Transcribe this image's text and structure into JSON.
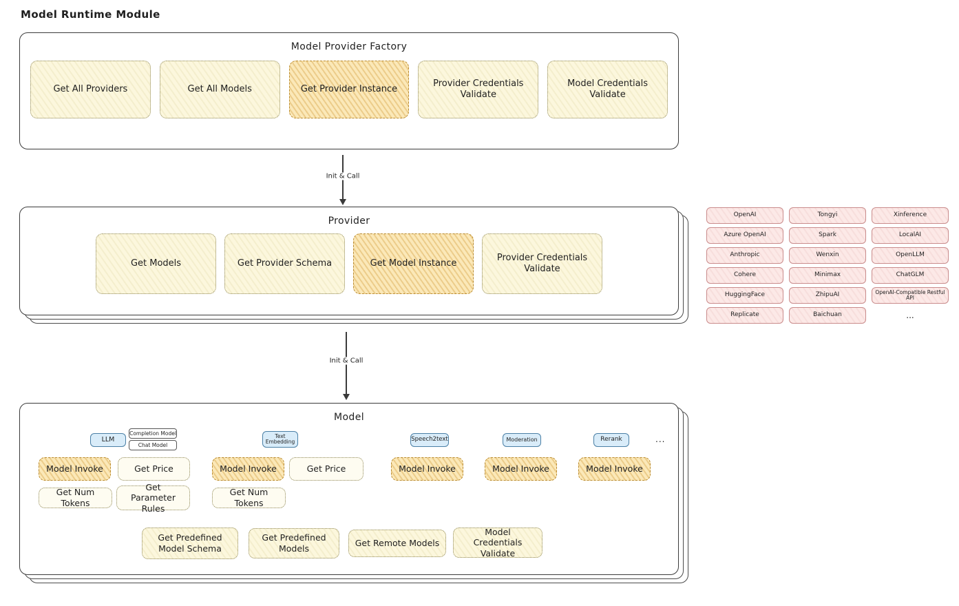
{
  "page": {
    "title": "Model Runtime Module"
  },
  "arrows": {
    "top": "Init & Call",
    "bottom": "Init & Call"
  },
  "factory": {
    "title": "Model Provider Factory",
    "items": [
      "Get All Providers",
      "Get All Models",
      "Get Provider Instance",
      "Provider Credentials Validate",
      "Model Credentials Validate"
    ]
  },
  "provider": {
    "title": "Provider",
    "items": [
      "Get Models",
      "Get Provider Schema",
      "Get Model Instance",
      "Provider Credentials Validate"
    ]
  },
  "vendors": {
    "col1": [
      "OpenAI",
      "Azure OpenAI",
      "Anthropic",
      "Cohere",
      "HuggingFace",
      "Replicate"
    ],
    "col2": [
      "Tongyi",
      "Spark",
      "Wenxin",
      "Minimax",
      "ZhipuAI",
      "Baichuan"
    ],
    "col3": [
      "Xinference",
      "LocalAI",
      "OpenLLM",
      "ChatGLM",
      "OpenAI-Compatible Restful API"
    ],
    "more": "..."
  },
  "model": {
    "title": "Model",
    "tabs": {
      "llm": "LLM",
      "completion": "Completion Model",
      "chat": "Chat Model",
      "text_embedding": "Text Embedding",
      "speech2text": "Speech2text",
      "moderation": "Moderation",
      "rerank": "Rerank",
      "more": "..."
    },
    "functions": {
      "llm": [
        "Model Invoke",
        "Get Price",
        "Get Num Tokens",
        "Get Parameter Rules"
      ],
      "text_embedding": [
        "Model Invoke",
        "Get Price",
        "Get Num Tokens"
      ],
      "speech2text": [
        "Model Invoke"
      ],
      "moderation": [
        "Model Invoke"
      ],
      "rerank": [
        "Model Invoke"
      ],
      "shared": [
        "Get Predefined Model Schema",
        "Get Predefined Models",
        "Get Remote Models",
        "Model Credentials Validate"
      ]
    }
  },
  "colors": {
    "node_yellow": "#fcf7dd",
    "node_highlight": "#fbe8b8",
    "vendor_pink": "#fce9e7",
    "tab_blue": "#d9ecf9",
    "stroke": "#3a3a3a"
  }
}
